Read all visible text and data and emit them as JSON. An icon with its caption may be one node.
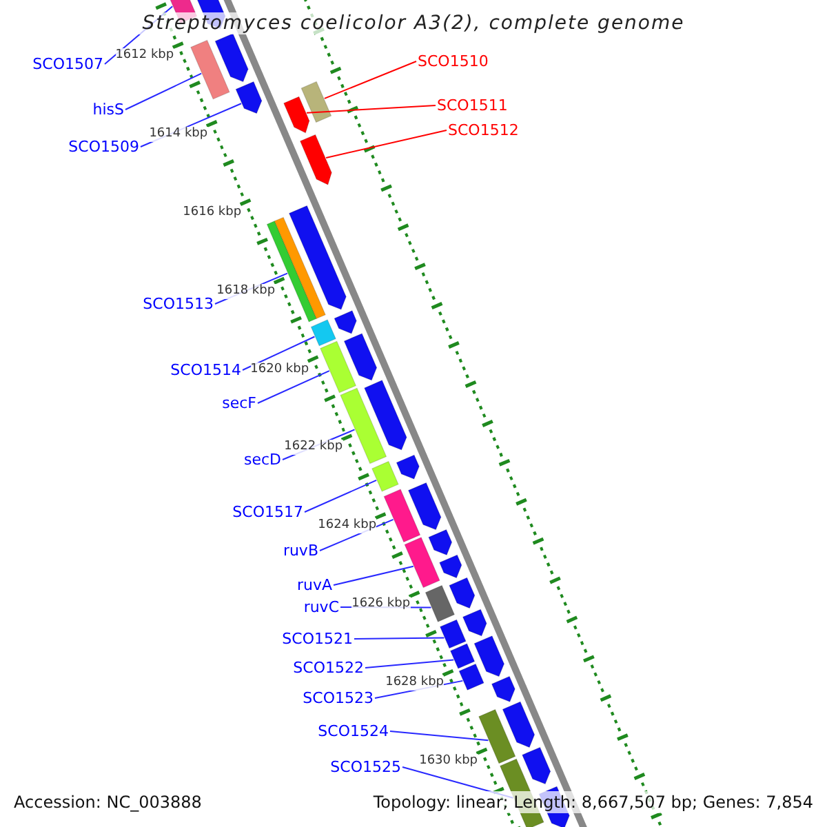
{
  "diagram": {
    "title": "Streptomyces coelicolor A3(2), complete genome",
    "nodes": [
      {
        "text": [
          "SCO1510"
        ]
      },
      {
        "text": [
          "SCO1507"
        ]
      },
      {
        "text": [
          "SCO1511"
        ]
      },
      {
        "text": [
          "hisS"
        ]
      },
      {
        "text": [
          "SCO1512"
        ]
      },
      {
        "text": [
          "SCO1509"
        ]
      },
      {
        "text": [
          "SCO1513"
        ]
      },
      {
        "text": [
          "SCO1514"
        ]
      },
      {
        "text": [
          "secF"
        ]
      },
      {
        "text": [
          "secD"
        ]
      },
      {
        "text": [
          "SCO1517"
        ]
      },
      {
        "text": [
          "ruvB"
        ]
      },
      {
        "text": [
          "ruvA"
        ]
      },
      {
        "text": [
          "ruvC"
        ]
      },
      {
        "text": [
          "SCO1521"
        ]
      },
      {
        "text": [
          "SCO1522"
        ]
      },
      {
        "text": [
          "SCO1523"
        ]
      },
      {
        "text": [
          "SCO1524"
        ]
      },
      {
        "text": [
          "SCO1525"
        ]
      },
      {
        "text": [],
        "shape": "bar"
      },
      {
        "text": [],
        "shape": "arrow"
      },
      {
        "text": [],
        "shape": "bar"
      },
      {
        "text": [],
        "shape": "arrow"
      },
      {
        "text": [],
        "shape": "arrow"
      },
      {
        "text": [],
        "shape": "bar"
      },
      {
        "text": [],
        "shape": "arrow"
      },
      {
        "text": [],
        "shape": "arrow"
      },
      {
        "text": [],
        "shape": "bar"
      },
      {
        "text": [],
        "shape": "bar"
      },
      {
        "text": [],
        "shape": "arrow"
      },
      {
        "text": [],
        "shape": "bar"
      },
      {
        "text": [],
        "shape": "arrow"
      },
      {
        "text": [],
        "shape": "bar"
      },
      {
        "text": [],
        "shape": "arrow"
      },
      {
        "text": [],
        "shape": "bar"
      },
      {
        "text": [],
        "shape": "arrow"
      },
      {
        "text": [],
        "shape": "bar"
      },
      {
        "text": [],
        "shape": "arrow"
      },
      {
        "text": [],
        "shape": "bar"
      },
      {
        "text": [],
        "shape": "arrow"
      },
      {
        "text": [],
        "shape": "bar"
      },
      {
        "text": [],
        "shape": "arrow"
      },
      {
        "text": [],
        "shape": "arrow"
      },
      {
        "text": [],
        "shape": "bar"
      },
      {
        "text": [],
        "shape": "arrow"
      },
      {
        "text": [],
        "shape": "bar"
      },
      {
        "text": [],
        "shape": "arrow"
      },
      {
        "text": [],
        "shape": "bar"
      },
      {
        "text": [],
        "shape": "arrow"
      },
      {
        "text": [],
        "shape": "bar"
      },
      {
        "text": [],
        "shape": "arrow"
      },
      {
        "text": [],
        "shape": "bar"
      },
      {
        "text": [],
        "shape": "arrow"
      },
      {
        "text": [],
        "shape": "bar"
      },
      {
        "text": [],
        "shape": "arrow"
      },
      {
        "text": [],
        "shape": "arrow"
      }
    ],
    "edges": [
      {
        "from": 0,
        "to": 24,
        "arrow": "none",
        "color": "#ff0000"
      },
      {
        "from": 1,
        "to": 19,
        "arrow": "none"
      },
      {
        "from": 2,
        "to": 25,
        "arrow": "none",
        "color": "#ff0000"
      },
      {
        "from": 3,
        "to": 21,
        "arrow": "none"
      },
      {
        "from": 4,
        "to": 26,
        "arrow": "none",
        "color": "#ff0000"
      },
      {
        "from": 5,
        "to": 23,
        "arrow": "none"
      },
      {
        "from": 6,
        "to": 27,
        "arrow": "none"
      },
      {
        "from": 7,
        "to": 30,
        "arrow": "none"
      },
      {
        "from": 8,
        "to": 32,
        "arrow": "none"
      },
      {
        "from": 9,
        "to": 34,
        "arrow": "none"
      },
      {
        "from": 10,
        "to": 36,
        "arrow": "none"
      },
      {
        "from": 11,
        "to": 38,
        "arrow": "none"
      },
      {
        "from": 12,
        "to": 40,
        "arrow": "none"
      },
      {
        "from": 13,
        "to": 43,
        "arrow": "none"
      },
      {
        "from": 14,
        "to": 45,
        "arrow": "none"
      },
      {
        "from": 15,
        "to": 47,
        "arrow": "none"
      },
      {
        "from": 16,
        "to": 49,
        "arrow": "none"
      },
      {
        "from": 17,
        "to": 51,
        "arrow": "none"
      },
      {
        "from": 18,
        "to": 53,
        "arrow": "none"
      }
    ],
    "labels": [
      "1612 kbp",
      "1614 kbp",
      "1616 kbp",
      "1618 kbp",
      "1620 kbp",
      "1622 kbp",
      "1624 kbp",
      "1626 kbp",
      "1628 kbp",
      "1630 kbp",
      "Accession: NC_003888",
      "Topology: linear; Length: 8,667,507 bp; Genes: 7,854"
    ]
  }
}
